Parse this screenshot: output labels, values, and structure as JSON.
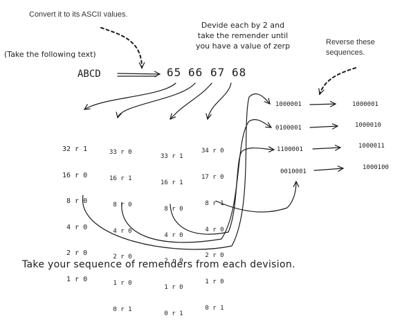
{
  "notes": {
    "ascii": "Convert it to its ASCII values.",
    "devide_line1": "Devide each by 2 and",
    "devide_line2": "take the remender until",
    "devide_line3": "you have a value of zerp",
    "take": "(Take the following text)",
    "reverse_line1": "Reverse these",
    "reverse_line2": "sequences.",
    "bottom": "Take your sequence of remenders from each devision."
  },
  "word": "ABCD",
  "ascii_values": [
    "65",
    "66",
    "67",
    "68"
  ],
  "divisions": [
    [
      "32 r 1",
      "16 r 0",
      " 8 r 0",
      " 4 r 0",
      " 2 r 0",
      " 1 r 0"
    ],
    [
      "33 r 0",
      "16 r 1",
      " 8 r 0",
      " 4 r 0",
      " 2 r 0",
      " 1 r 0",
      " 0 r 1"
    ],
    [
      "33 r 1",
      "16 r 1",
      " 8 r 0",
      " 4 r 0",
      " 2 r 0",
      " 1 r 0",
      " 0 r 1"
    ],
    [
      "34 r 0",
      "17 r 0",
      " 8 r 1",
      " 4 r 0",
      " 2 r 0",
      " 1 r 0",
      " 0 r 1"
    ]
  ],
  "remainder_sequences": [
    "1000001",
    "0100001",
    "1100001",
    "0010001"
  ],
  "reversed_sequences": [
    "1000001",
    "1000010",
    "1000011",
    "1000100"
  ]
}
